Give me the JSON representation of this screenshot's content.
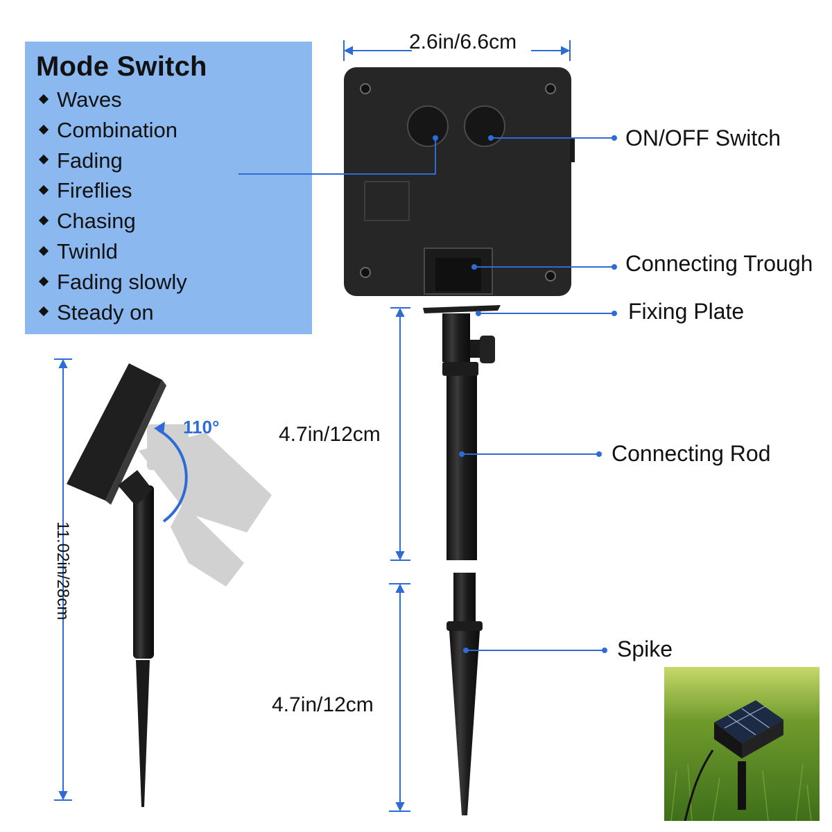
{
  "mode_switch": {
    "title": "Mode Switch",
    "modes": [
      "Waves",
      "Combination",
      "Fading",
      "Fireflies",
      "Chasing",
      "Twinld",
      "Fading slowly",
      "Steady on"
    ]
  },
  "dimensions": {
    "width": "2.6in/6.6cm",
    "rod_length": "4.7in/12cm",
    "spike_length": "4.7in/12cm",
    "total_height": "11.02in/28cm",
    "tilt_angle": "110°"
  },
  "callouts": {
    "on_off_switch": "ON/OFF Switch",
    "connecting_trough": "Connecting Trough",
    "fixing_plate": "Fixing Plate",
    "connecting_rod": "Connecting Rod",
    "spike": "Spike"
  },
  "colors": {
    "mode_panel": "#8cb8f0",
    "line_blue": "#2d6cd6",
    "device_black": "#262626"
  }
}
